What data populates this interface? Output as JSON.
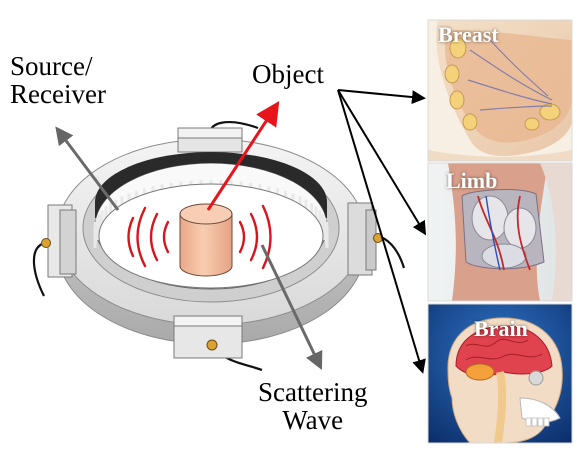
{
  "labels": {
    "source_receiver": "Source/\nReceiver",
    "object": "Object",
    "scattering_wave": "Scattering\nWave"
  },
  "panels": [
    {
      "label": "Breast",
      "icon": "breast-anatomy-image"
    },
    {
      "label": "Limb",
      "icon": "limb-anatomy-image"
    },
    {
      "label": "Brain",
      "icon": "brain-anatomy-image"
    }
  ],
  "colors": {
    "object_arrow": "#e8141b",
    "wave": "#d8141c",
    "pointer": "#6a6a6a",
    "object_fill": "#f6c4a6"
  }
}
